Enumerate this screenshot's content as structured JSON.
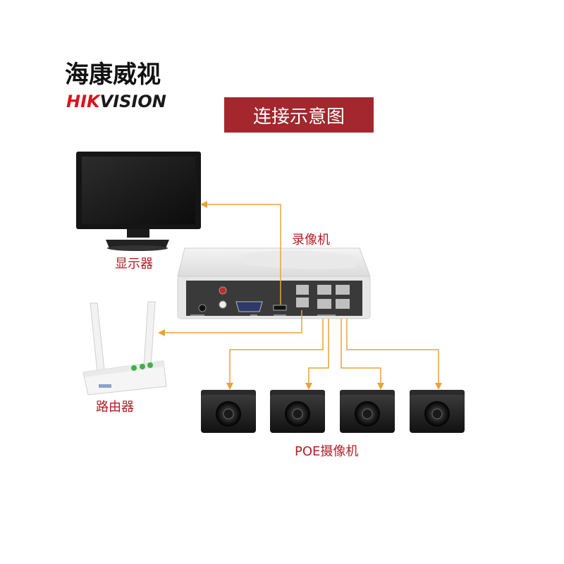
{
  "logo": {
    "cn_text": "海康威视",
    "en_prefix": "HIK",
    "en_suffix": "VISION"
  },
  "title": "连接示意图",
  "labels": {
    "monitor": "显示器",
    "nvr": "录像机",
    "router": "路由器",
    "cameras": "POE摄像机"
  },
  "colors": {
    "banner": "#a3272d",
    "label_text": "#b21f24",
    "connector": "#e8a33a",
    "brand_red": "#d7161e"
  }
}
